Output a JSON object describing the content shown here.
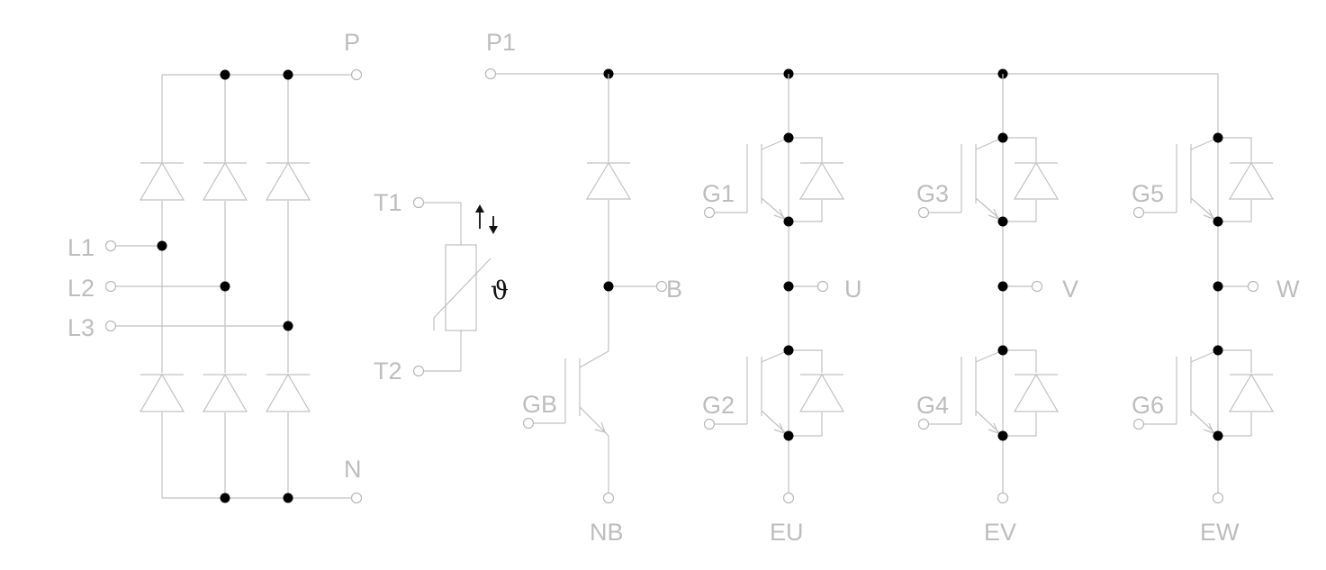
{
  "diagram": {
    "terminals": {
      "P": "P",
      "P1": "P1",
      "N": "N",
      "L1": "L1",
      "L2": "L2",
      "L3": "L3",
      "T1": "T1",
      "T2": "T2",
      "B": "B",
      "GB": "GB",
      "NB": "NB",
      "U": "U",
      "V": "V",
      "W": "W",
      "EU": "EU",
      "EV": "EV",
      "EW": "EW",
      "G1": "G1",
      "G2": "G2",
      "G3": "G3",
      "G4": "G4",
      "G5": "G5",
      "G6": "G6"
    },
    "thermistor_symbol": "ϑ",
    "colors": {
      "wire": "#c0c0c0",
      "device": "#1a1a1a",
      "node": "#000000",
      "label": "#bdbdbd"
    }
  }
}
